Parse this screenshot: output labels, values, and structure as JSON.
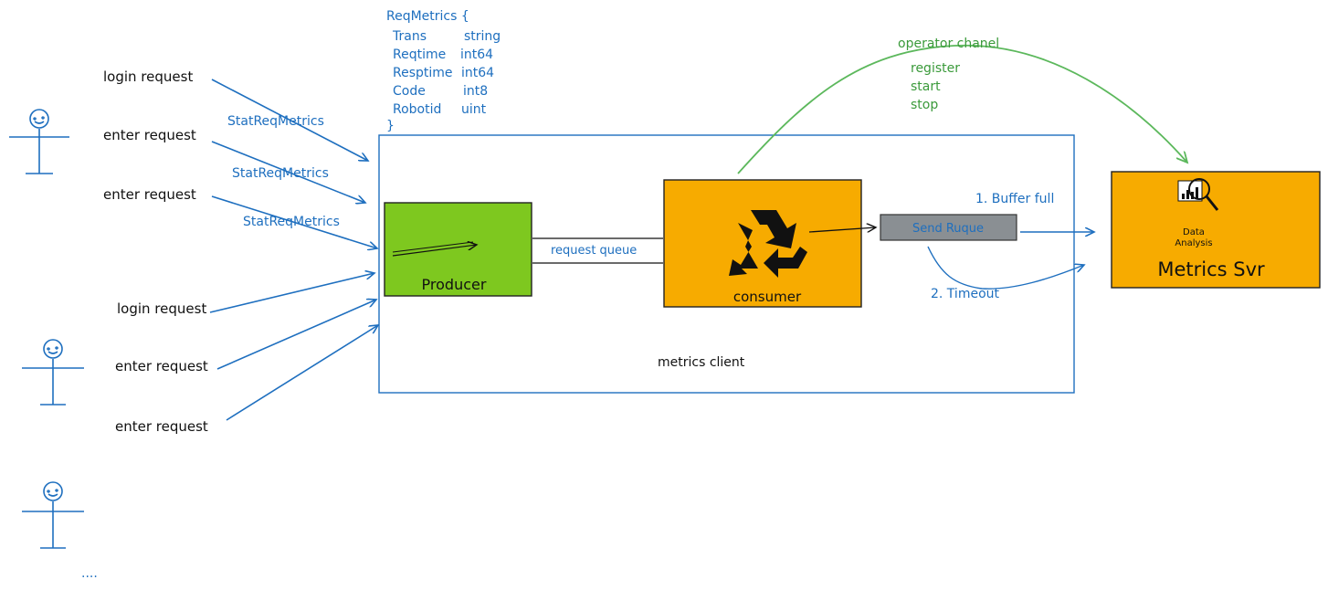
{
  "struct": {
    "title": "ReqMetrics {",
    "fields": [
      {
        "name": "Trans",
        "type": "string"
      },
      {
        "name": "Reqtime",
        "type": "int64"
      },
      {
        "name": "Resptime",
        "type": "int64"
      },
      {
        "name": "Code",
        "type": "int8"
      },
      {
        "name": "Robotid",
        "type": "uint"
      }
    ],
    "closing": "}"
  },
  "requests": {
    "group1": [
      "login request",
      "enter request",
      "enter request"
    ],
    "group2": [
      "login request",
      "enter request",
      "enter request"
    ]
  },
  "stat_labels": [
    "StatReqMetrics",
    "StatReqMetrics",
    "StatReqMetrics"
  ],
  "more_users": "....",
  "client": {
    "label": "metrics client"
  },
  "producer": {
    "label": "Producer"
  },
  "queue": {
    "label": "request queue"
  },
  "consumer": {
    "label": "consumer"
  },
  "send_queue": {
    "label": "Send Ruque"
  },
  "conditions": {
    "buffer_full": "1. Buffer full",
    "timeout": "2. Timeout"
  },
  "operator": {
    "title": "operator chanel",
    "items": [
      "register",
      "start",
      "stop"
    ]
  },
  "server": {
    "icon_label_1": "Data",
    "icon_label_2": "Analysis",
    "label": "Metrics Svr"
  },
  "colors": {
    "blue": "#1e6fbf",
    "green": "#3a9a3a",
    "producer_fill": "#7ec81f",
    "orange_fill": "#f7ab00",
    "send_queue_fill": "#8a8f93"
  }
}
